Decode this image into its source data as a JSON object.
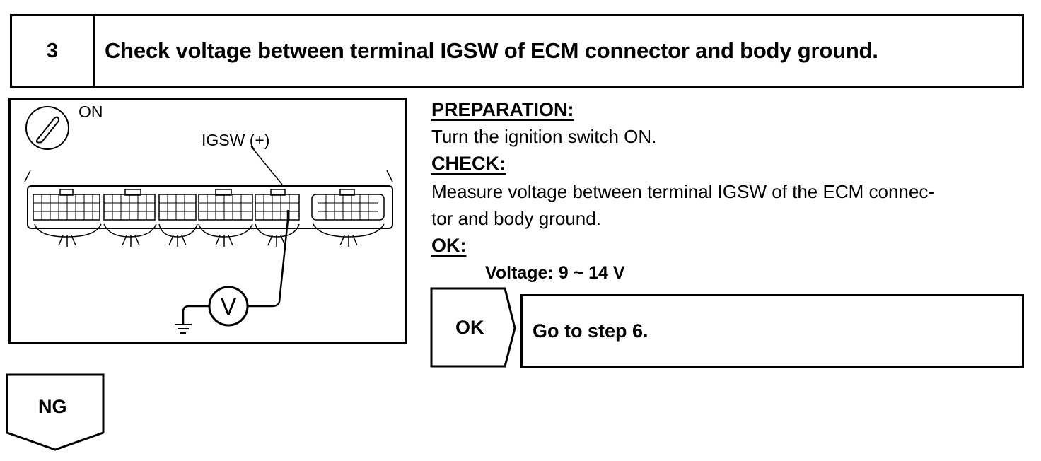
{
  "step": {
    "number": "3",
    "title": "Check voltage between terminal IGSW of ECM connector and body ground."
  },
  "figure": {
    "ignition_label": "ON",
    "terminal_label": "IGSW (+)",
    "meter_symbol": "V",
    "icons": [
      "ignition-key-icon",
      "ecm-connector",
      "voltmeter-icon",
      "ground-icon"
    ]
  },
  "procedure": {
    "preparation_heading": "PREPARATION:",
    "preparation_text": "Turn the ignition switch ON.",
    "check_heading": "CHECK:",
    "check_text_line1": "Measure voltage between terminal IGSW of the ECM connec-",
    "check_text_line2": "tor and body ground.",
    "ok_heading": "OK:",
    "ok_spec": "Voltage: 9 ~ 14 V"
  },
  "results": {
    "ok_label": "OK",
    "ok_action": "Go to step 6.",
    "ng_label": "NG"
  }
}
